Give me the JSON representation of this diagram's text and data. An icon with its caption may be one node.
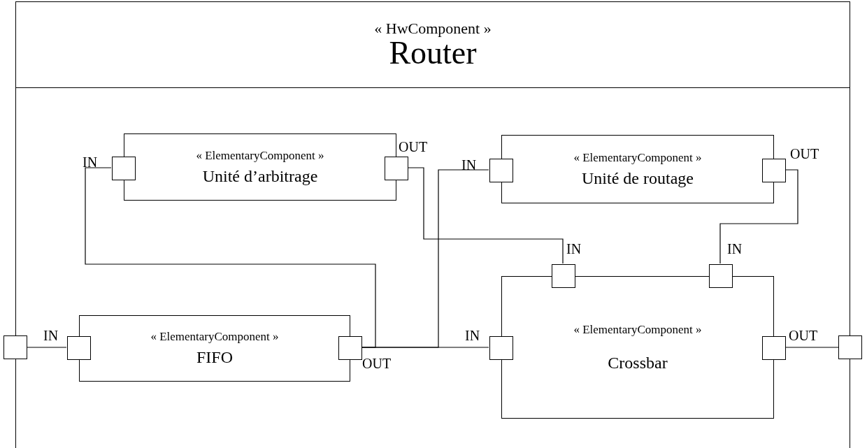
{
  "diagram": {
    "nodes": [
      {
        "text": [
          "« HwComponent »",
          "Router"
        ]
      },
      {
        "text": [
          "« ElementaryComponent »",
          "Unité d’arbitrage"
        ],
        "in": 0
      },
      {
        "text": [
          "« ElementaryComponent »",
          "Unité de routage"
        ],
        "in": 0
      },
      {
        "text": [
          "« ElementaryComponent »",
          "FIFO"
        ],
        "in": 0
      },
      {
        "text": [
          "« ElementaryComponent »",
          "Crossbar"
        ],
        "in": 0
      },
      {
        "text": [],
        "shape": "box",
        "in": 0,
        "beside": [
          "IN"
        ]
      },
      {
        "text": [],
        "shape": "box",
        "in": 0,
        "beside": [
          "OUT"
        ]
      },
      {
        "text": [],
        "shape": "box",
        "in": 0,
        "beside": [
          "IN"
        ]
      },
      {
        "text": [],
        "shape": "box",
        "in": 0,
        "beside": [
          "OUT"
        ]
      },
      {
        "text": [],
        "shape": "box"
      },
      {
        "text": [],
        "shape": "box",
        "in": 0,
        "beside": [
          "IN"
        ]
      },
      {
        "text": [],
        "shape": "box",
        "in": 0,
        "beside": [
          "OUT"
        ]
      },
      {
        "text": [],
        "shape": "box",
        "in": 0,
        "beside": [
          "IN"
        ]
      },
      {
        "text": [],
        "shape": "box",
        "in": 0,
        "beside": [
          "IN"
        ]
      },
      {
        "text": [],
        "shape": "box",
        "in": 0,
        "beside": [
          "IN"
        ]
      },
      {
        "text": [],
        "shape": "box",
        "in": 0,
        "beside": [
          "OUT"
        ]
      },
      {
        "text": [],
        "shape": "box"
      }
    ],
    "edges": [
      {
        "from": 9,
        "to": 10,
        "arrow": "none"
      },
      {
        "from": 11,
        "to": 5,
        "arrow": "none"
      },
      {
        "from": 11,
        "to": 7,
        "arrow": "none"
      },
      {
        "from": 11,
        "to": 14,
        "arrow": "none"
      },
      {
        "from": 6,
        "to": 12,
        "arrow": "none"
      },
      {
        "from": 8,
        "to": 13,
        "arrow": "none"
      },
      {
        "from": 15,
        "to": 16,
        "arrow": "none"
      }
    ]
  }
}
